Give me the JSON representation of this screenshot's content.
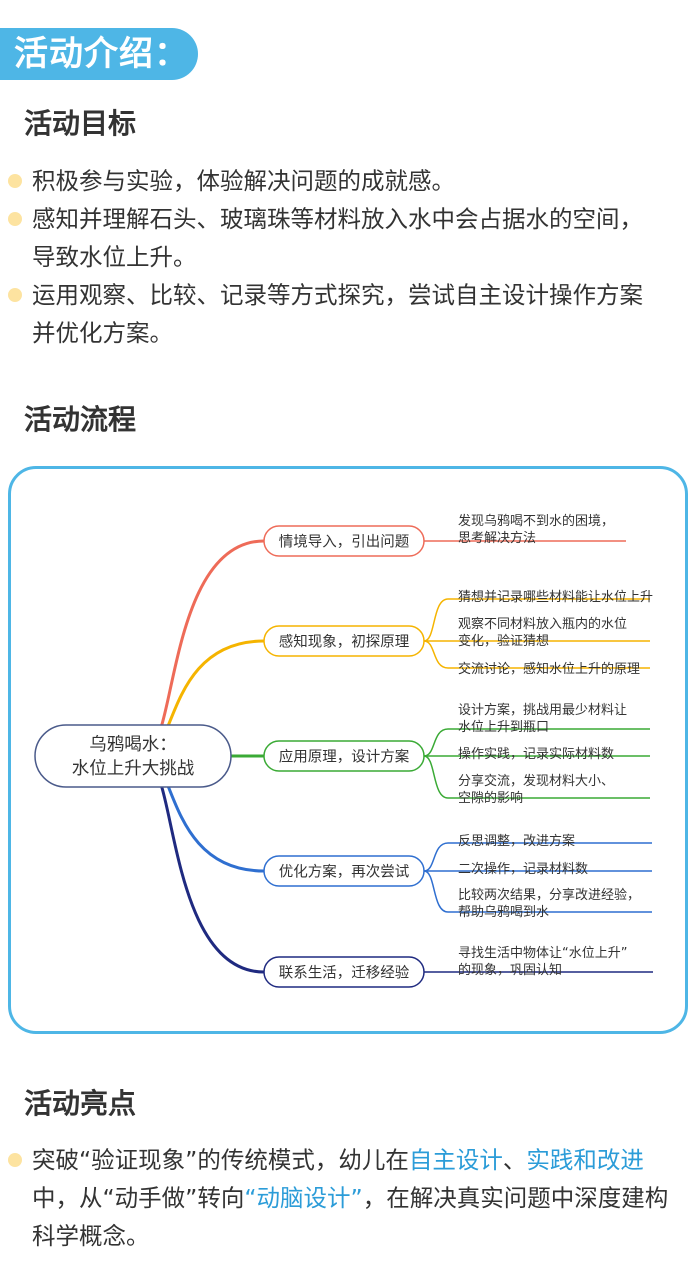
{
  "page_title": "活动介绍：",
  "sections": {
    "goals": {
      "heading": "活动目标",
      "items": [
        [
          "积极参与实验，体验解决问题的成就感。"
        ],
        [
          "感知并理解石头、玻璃珠等材料放入水中会占据水的空间，",
          "导致水位上升。"
        ],
        [
          "运用观察、比较、记录等方式探究，尝试自主设计操作方案",
          "并优化方案。"
        ]
      ]
    },
    "process": {
      "heading": "活动流程"
    },
    "highlights": {
      "heading": "活动亮点",
      "parts": [
        {
          "text": "突破“验证现象”的传统模式，幼儿在",
          "style": "normal"
        },
        {
          "text": "自主设计",
          "style": "blue"
        },
        {
          "text": "、",
          "style": "normal"
        },
        {
          "text": "实践和改进",
          "style": "blue"
        },
        {
          "text": "中，从“动手做”转向",
          "style": "normal"
        },
        {
          "text": "“动脑设计”",
          "style": "blue"
        },
        {
          "text": "，在解决真实问题中深度建构科学概念。",
          "style": "normal"
        }
      ]
    }
  },
  "mindmap": {
    "root": {
      "lines": [
        "乌鸦喝水：",
        "水位上升大挑战"
      ]
    },
    "branches": [
      {
        "label": "情境导入，引出问题",
        "color": "#ee6b58",
        "leaves": [
          [
            "发现乌鸦喝不到水的困境，",
            "思考解决方法"
          ]
        ]
      },
      {
        "label": "感知现象，初探原理",
        "color": "#f5b400",
        "leaves": [
          [
            "猜想并记录哪些材料能让水位上升"
          ],
          [
            "观察不同材料放入瓶内的水位",
            "变化，验证猜想"
          ],
          [
            "交流讨论，感知水位上升的原理"
          ]
        ]
      },
      {
        "label": "应用原理，设计方案",
        "color": "#3aaa35",
        "leaves": [
          [
            "设计方案，挑战用最少材料让",
            "水位上升到瓶口"
          ],
          [
            "操作实践，记录实际材料数"
          ],
          [
            "分享交流，发现材料大小、",
            "空隙的影响"
          ]
        ]
      },
      {
        "label": "优化方案，再次尝试",
        "color": "#2f6fd0",
        "leaves": [
          [
            "反思调整，改进方案"
          ],
          [
            "二次操作，记录材料数"
          ],
          [
            "比较两次结果，分享改进经验，",
            "帮助乌鸦喝到水"
          ]
        ]
      },
      {
        "label": "联系生活，迁移经验",
        "color": "#1f2a80",
        "leaves": [
          [
            "寻找生活中物体让“水位上升”",
            "的现象，巩固认知"
          ]
        ]
      }
    ],
    "colors": {
      "frame": "#4eb6e6",
      "root_border": "#4a5a8a"
    }
  }
}
